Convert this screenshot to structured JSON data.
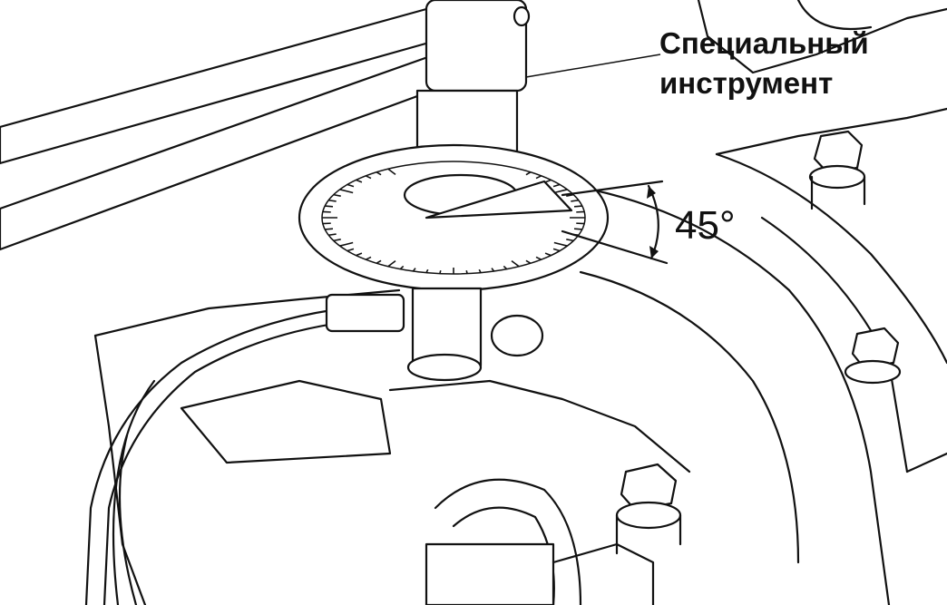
{
  "callouts": {
    "tool_line1": "Специальный",
    "tool_line2": "инструмент",
    "angle": "45°"
  }
}
